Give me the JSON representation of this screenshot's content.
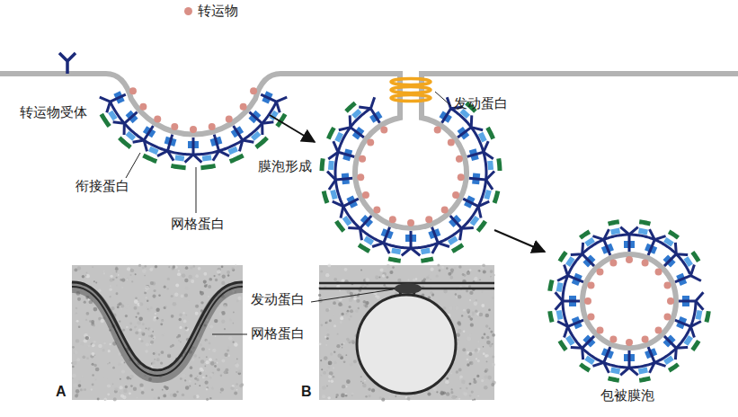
{
  "diagram": {
    "labels": [
      "转运物受体",
      "衔接蛋白",
      "网格蛋白",
      "膜泡形成",
      "发动蛋白",
      "发动蛋白",
      "网格蛋白",
      "A",
      "B",
      "包被膜泡"
    ],
    "legend": [
      {
        "text": "转运物",
        "color": "#d98f86"
      }
    ]
  }
}
